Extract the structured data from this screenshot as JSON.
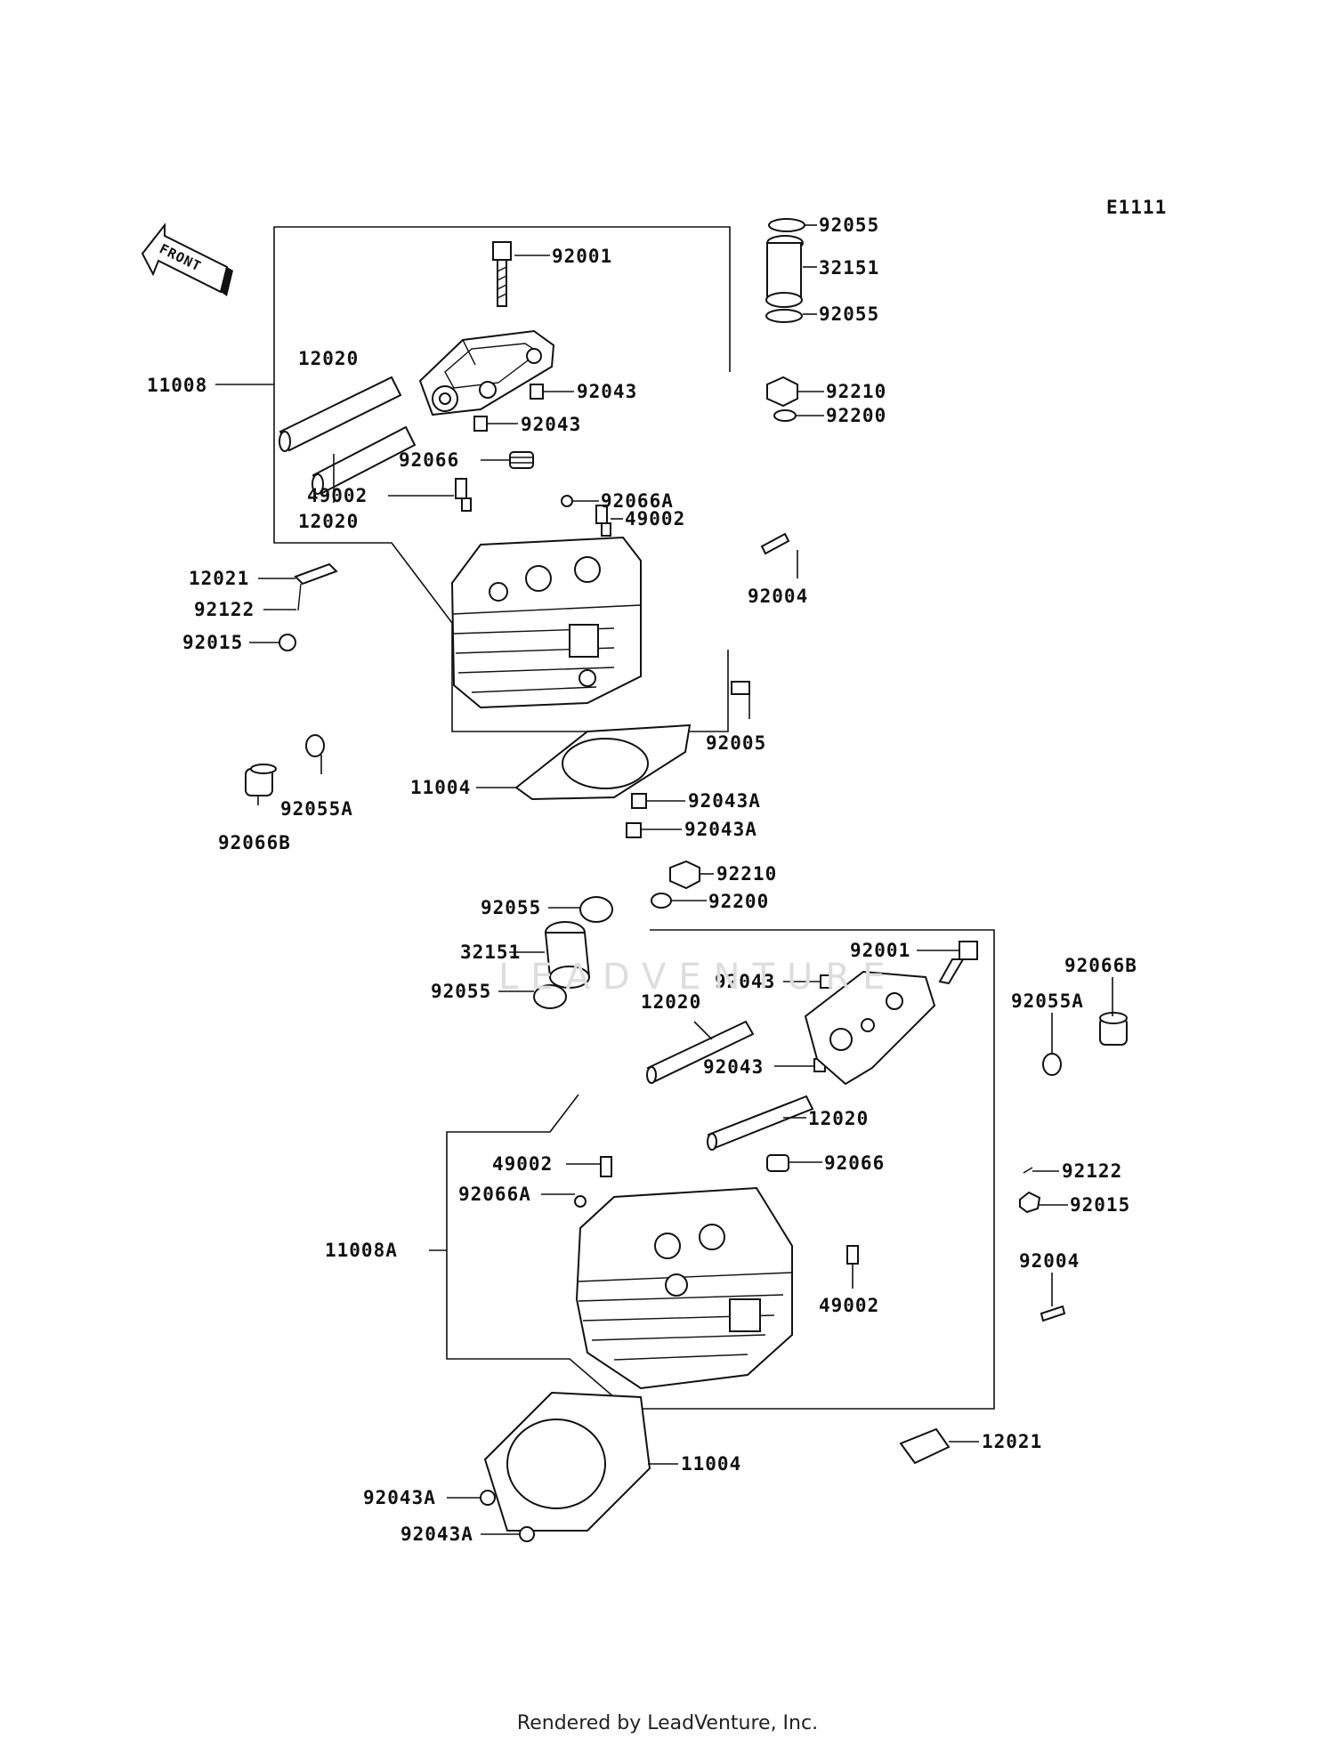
{
  "diagram": {
    "code": "E1111",
    "front_label": "FRONT",
    "watermark": "LEADVENTURE",
    "footer": "Rendered by LeadVenture, Inc.",
    "callouts": [
      {
        "id": "92055"
      },
      {
        "id": "32151"
      },
      {
        "id": "92001"
      },
      {
        "id": "92055"
      },
      {
        "id": "11008"
      },
      {
        "id": "12020"
      },
      {
        "id": "92043"
      },
      {
        "id": "92043"
      },
      {
        "id": "92210"
      },
      {
        "id": "92200"
      },
      {
        "id": "92066"
      },
      {
        "id": "92066A"
      },
      {
        "id": "49002"
      },
      {
        "id": "49002"
      },
      {
        "id": "12020"
      },
      {
        "id": "12021"
      },
      {
        "id": "92004"
      },
      {
        "id": "92122"
      },
      {
        "id": "92015"
      },
      {
        "id": "92005"
      },
      {
        "id": "11004"
      },
      {
        "id": "92043A"
      },
      {
        "id": "92043A"
      },
      {
        "id": "92055A"
      },
      {
        "id": "92066B"
      },
      {
        "id": "92210"
      },
      {
        "id": "92200"
      },
      {
        "id": "92055"
      },
      {
        "id": "32151"
      },
      {
        "id": "92001"
      },
      {
        "id": "92066B"
      },
      {
        "id": "92043"
      },
      {
        "id": "92055"
      },
      {
        "id": "12020"
      },
      {
        "id": "92055A"
      },
      {
        "id": "92043"
      },
      {
        "id": "12020"
      },
      {
        "id": "49002"
      },
      {
        "id": "92066"
      },
      {
        "id": "92066A"
      },
      {
        "id": "92122"
      },
      {
        "id": "92015"
      },
      {
        "id": "11008A"
      },
      {
        "id": "92004"
      },
      {
        "id": "49002"
      },
      {
        "id": "12021"
      },
      {
        "id": "11004"
      },
      {
        "id": "92043A"
      },
      {
        "id": "92043A"
      }
    ]
  }
}
